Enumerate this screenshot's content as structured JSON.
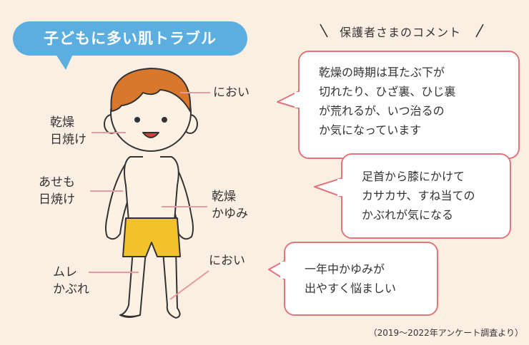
{
  "title": "子どもに多い肌トラブル",
  "header": "保護者さまのコメント",
  "footnote": "（2019～2022年アンケート調査より）",
  "labels": {
    "head": "におい",
    "face": [
      "乾燥",
      "日焼け"
    ],
    "arm": [
      "あせも",
      "日焼け"
    ],
    "belly": [
      "乾燥",
      "かゆみ"
    ],
    "knee": [
      "ムレ",
      "かぶれ"
    ],
    "leg": "におい"
  },
  "comments": {
    "c1": [
      "乾燥の時期は耳たぶ下が",
      "切れたり、ひざ裏、ひじ裏",
      "が荒れるが、いつ治るの",
      "か気になっています"
    ],
    "c2": [
      "足首から膝にかけて",
      "カサカサ、すね当ての",
      "かぶれが気になる"
    ],
    "c3": [
      "一年中かゆみが",
      "出やすく悩ましい"
    ]
  },
  "colors": {
    "background": "#fbeee3",
    "title_bubble": "#5aaee0",
    "bubble_border": "#e0767c",
    "leader_line": "#e89aa0",
    "shorts": "#f2c22b",
    "skin": "#fdf1e3",
    "hair": "#d9782c"
  }
}
